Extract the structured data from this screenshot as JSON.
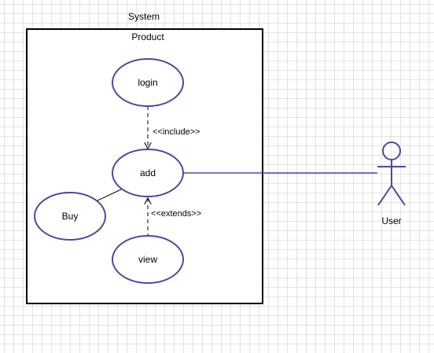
{
  "diagram": {
    "title": "System",
    "boundary_label": "Product",
    "use_cases": {
      "login": "login",
      "add": "add",
      "buy": "Buy",
      "view": "view"
    },
    "actor": "User",
    "relations": {
      "include": "<<include>>",
      "extends": "<<extends>>"
    },
    "colors": {
      "ellipse_stroke": "#4b4aa0",
      "ellipse_fill": "#ffffff",
      "line": "#000000",
      "boundary": "#000000",
      "actor_stroke": "#4b4aa0",
      "association": "#4b4aa0",
      "text": "#000000"
    }
  }
}
